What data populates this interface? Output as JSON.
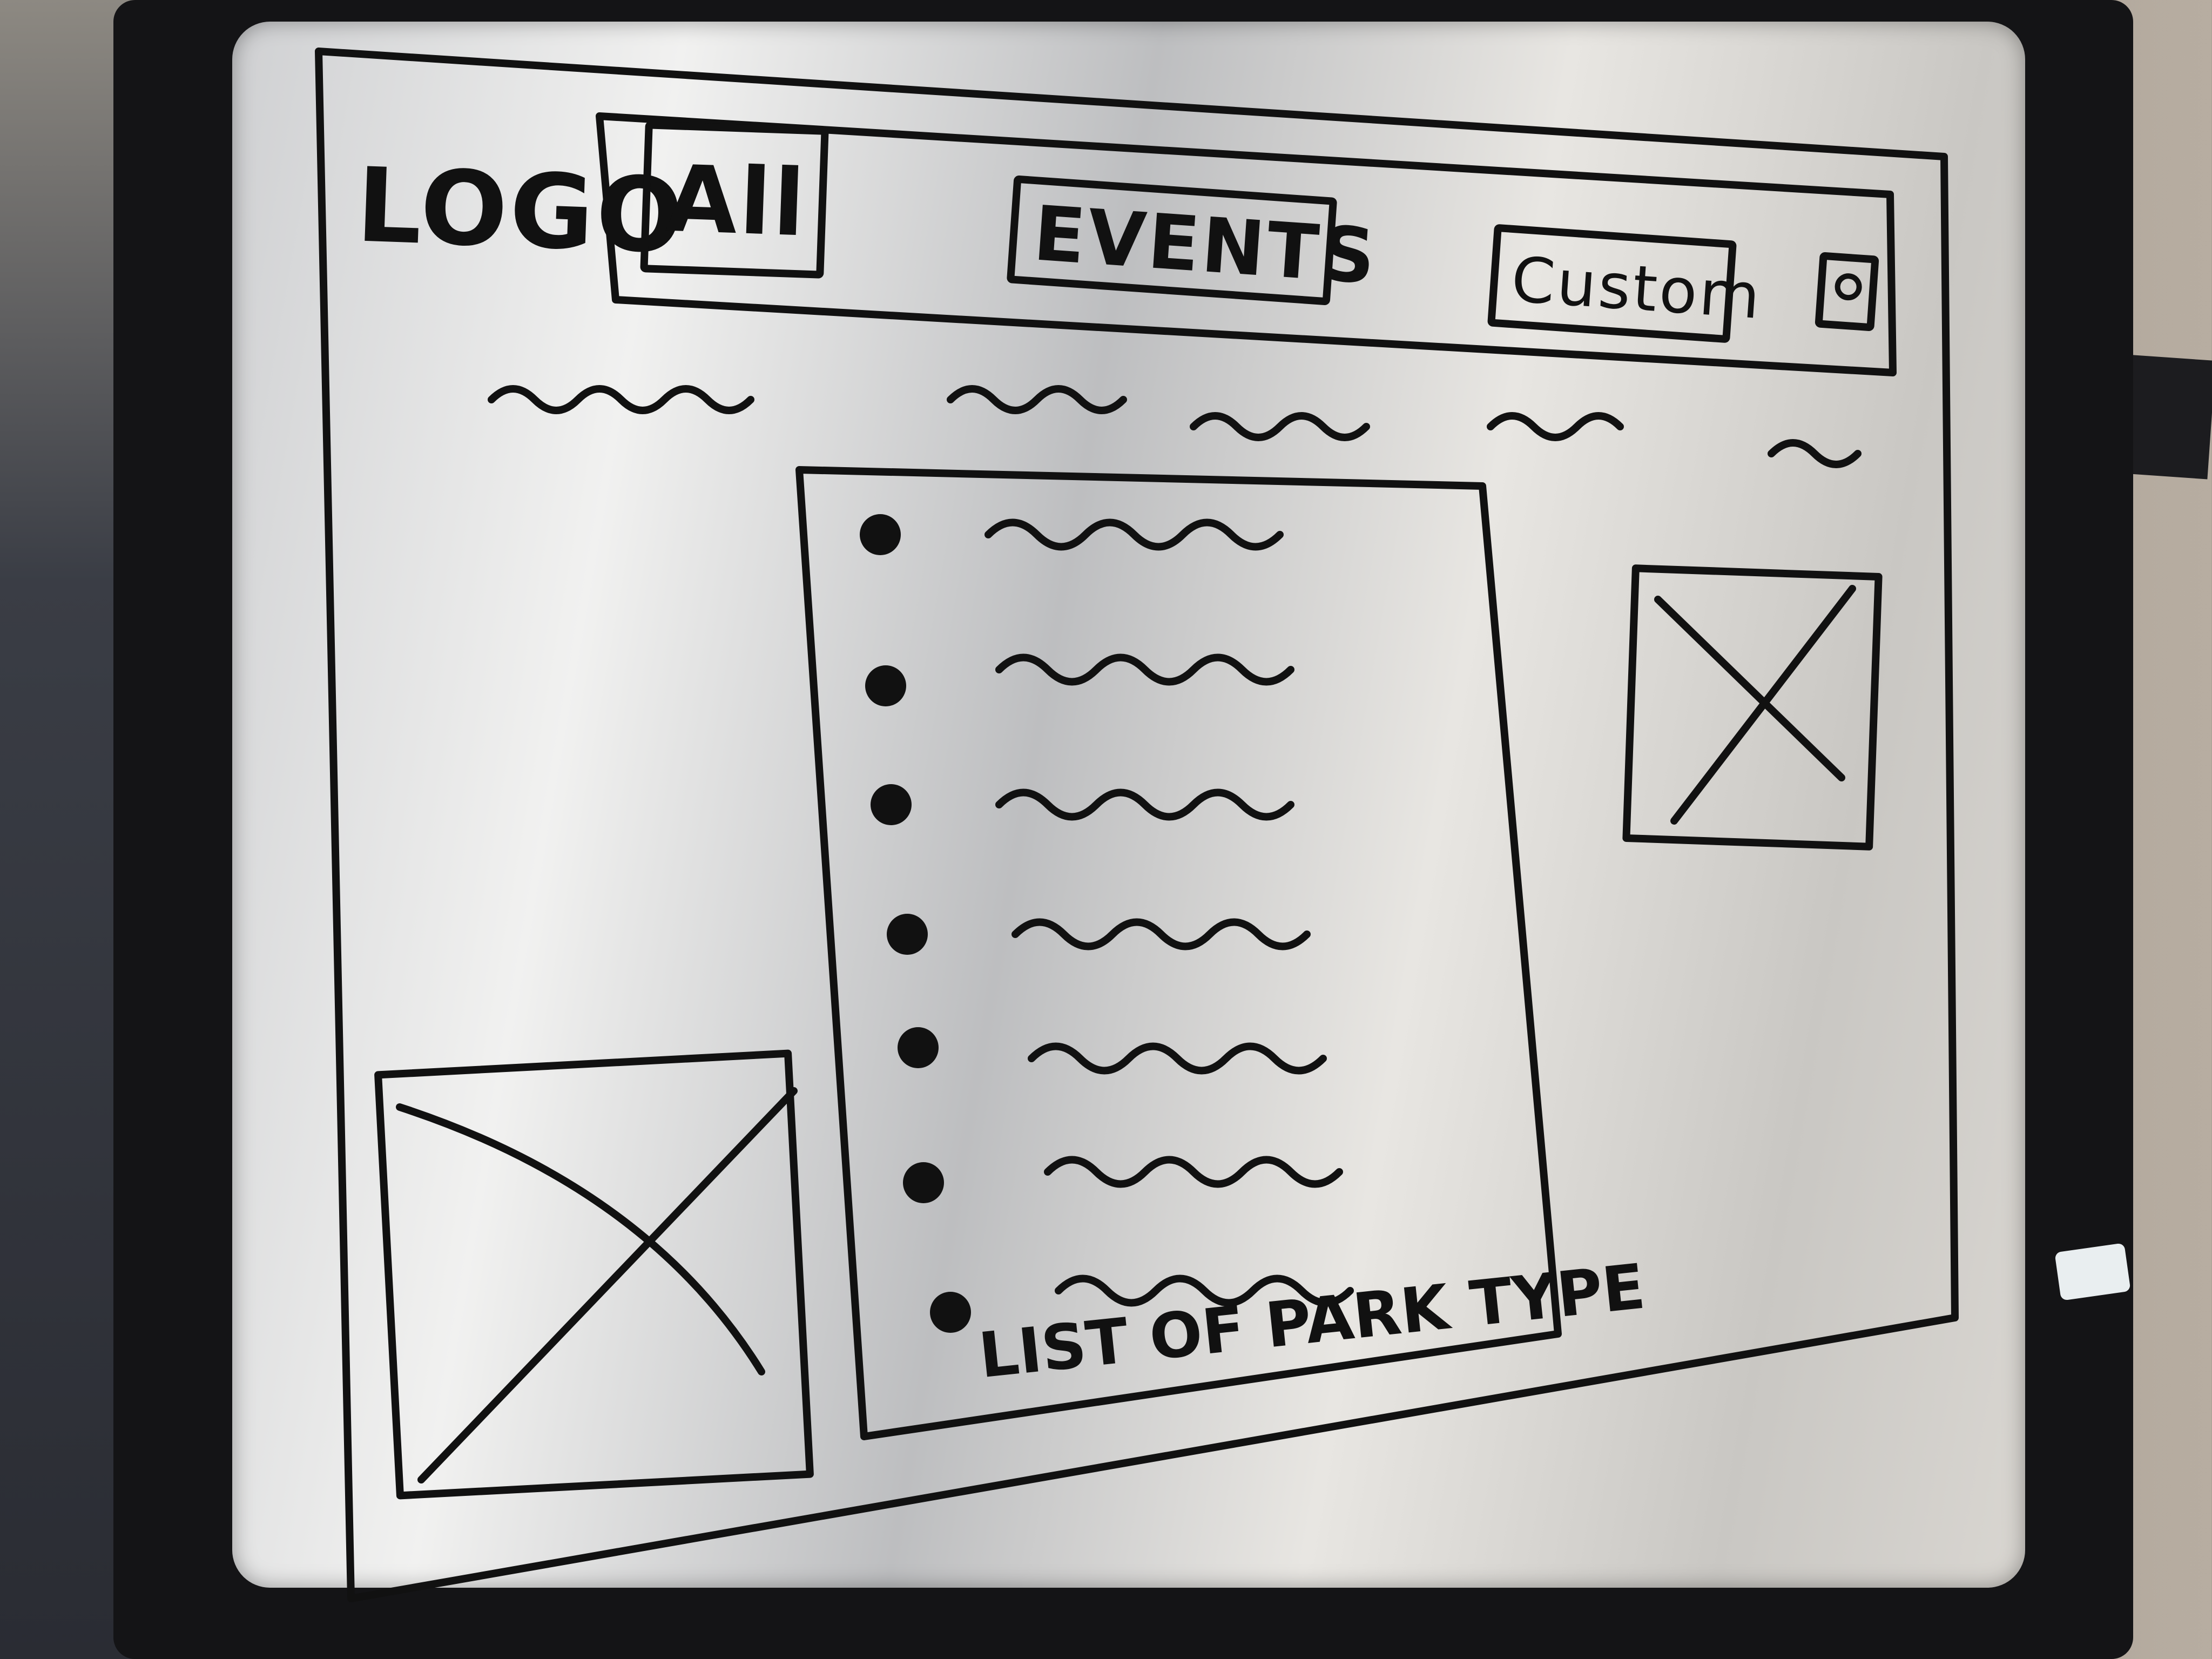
{
  "wireframe": {
    "logo_label": "LOGO",
    "nav": {
      "tab_all": "All",
      "tab_events": "EVENTS",
      "tab_custom": "Custom",
      "search_icon": "search-icon"
    },
    "main_list": {
      "caption": "LIST OF PARK TYPE",
      "bullet_count_items": [
        "item",
        "item",
        "item",
        "item",
        "item",
        "item",
        "item"
      ]
    },
    "placeholders": {
      "image_right": "image-placeholder",
      "image_left": "image-placeholder"
    }
  }
}
